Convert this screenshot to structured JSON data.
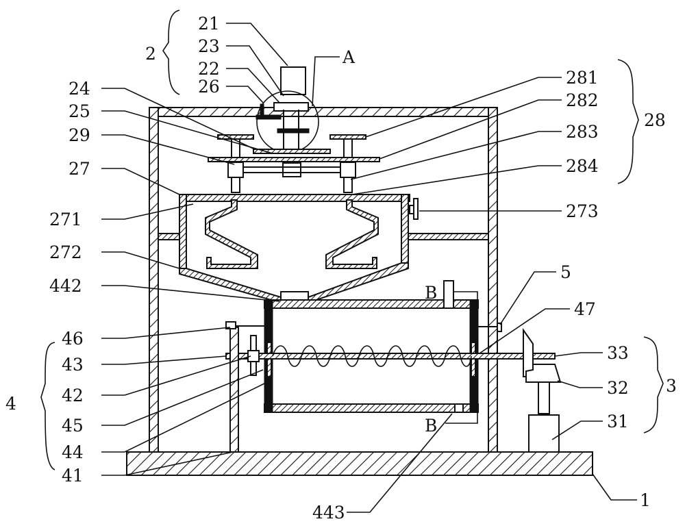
{
  "figure": {
    "type": "patent cross-section drawing",
    "groups": [
      {
        "id": "2",
        "members": [
          "21",
          "23",
          "22",
          "26"
        ]
      },
      {
        "id": "28",
        "members": [
          "281",
          "282",
          "283",
          "284"
        ]
      },
      {
        "id": "4",
        "members": [
          "46",
          "43",
          "42",
          "45",
          "44",
          "41"
        ]
      },
      {
        "id": "3",
        "members": [
          "33",
          "32",
          "31"
        ]
      }
    ],
    "labels": {
      "g2": "2",
      "l21": "21",
      "l23": "23",
      "l22": "22",
      "l26": "26",
      "lA": "A",
      "l24": "24",
      "l25": "25",
      "l29": "29",
      "l27": "27",
      "l271": "271",
      "l272": "272",
      "l442": "442",
      "l281": "281",
      "l282": "282",
      "l283": "283",
      "l284": "284",
      "g28": "28",
      "l273": "273",
      "l5": "5",
      "l47": "47",
      "lB1": "B",
      "lB2": "B",
      "g4": "4",
      "l46": "46",
      "l43": "43",
      "l42": "42",
      "l45": "45",
      "l44": "44",
      "l41": "41",
      "l33": "33",
      "l32": "32",
      "g3": "3",
      "l31": "31",
      "l1": "1",
      "l443": "443"
    }
  }
}
